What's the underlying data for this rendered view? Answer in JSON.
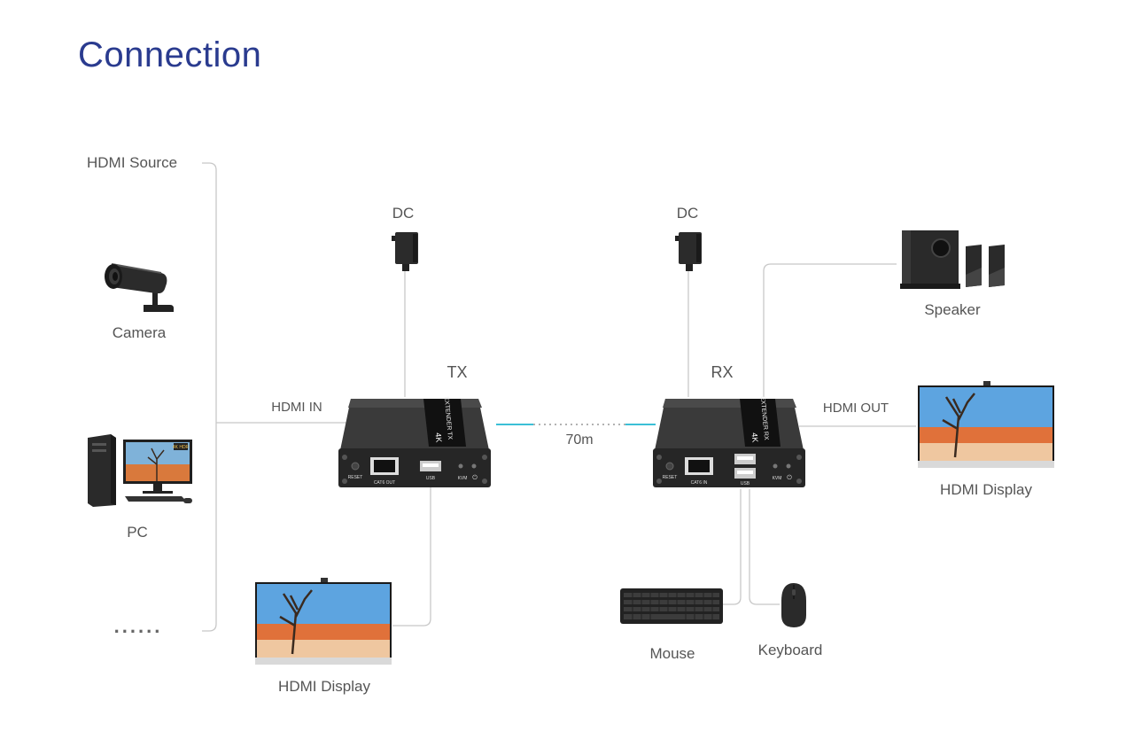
{
  "title": "Connection",
  "labels": {
    "hdmi_source": "HDMI Source",
    "camera": "Camera",
    "pc": "PC",
    "more": "......",
    "hdmi_in": "HDMI IN",
    "dc_tx": "DC",
    "dc_rx": "DC",
    "tx": "TX",
    "rx": "RX",
    "distance": "70m",
    "hdmi_out": "HDMI OUT",
    "speaker": "Speaker",
    "hdmi_display_right": "HDMI Display",
    "hdmi_display_bottom": "HDMI Display",
    "mouse": "Mouse",
    "keyboard": "Keyboard"
  },
  "tx_unit": {
    "reset": "RESET",
    "cat_port": "CAT6 OUT",
    "usb": "USB",
    "kvm": "KVM",
    "badge": "EXTENDER TX",
    "res": "4K"
  },
  "rx_unit": {
    "reset": "RESET",
    "cat_port": "CAT6 IN",
    "usb": "USB",
    "kvm": "KVM",
    "badge": "EXTENDER RX",
    "res": "4K"
  },
  "pc_badge": "4K HDR",
  "colors": {
    "title": "#2a3b8f",
    "wire": "#c8c8c8",
    "link": "#3bbfd6",
    "device": "#2b2b2b"
  }
}
